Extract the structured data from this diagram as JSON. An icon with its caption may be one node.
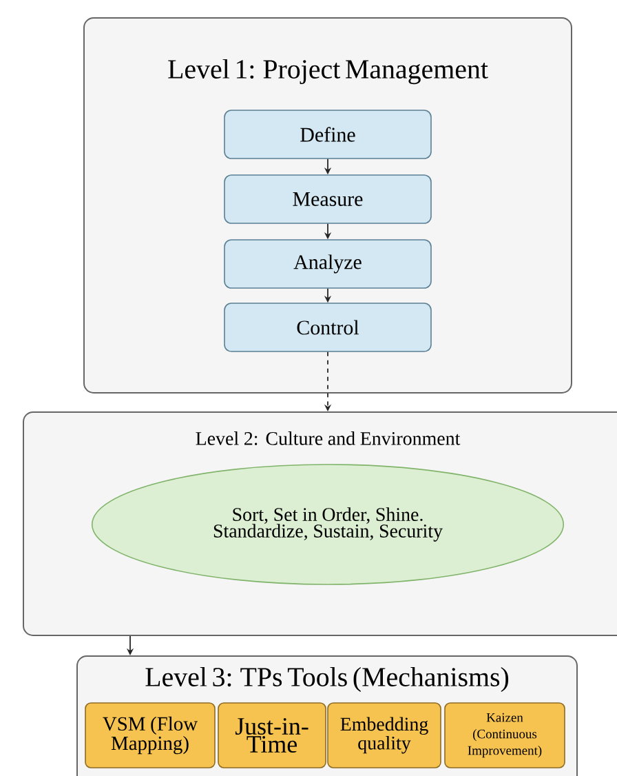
{
  "diagram": {
    "nodes": [
      {
        "text": [
          "Level 1: Project Management"
        ]
      },
      {
        "text": [
          "Define"
        ],
        "in": 0
      },
      {
        "text": [
          "Measure"
        ],
        "in": 0
      },
      {
        "text": [
          "Analyze"
        ],
        "in": 0
      },
      {
        "text": [
          "Control"
        ],
        "in": 0
      },
      {
        "text": [
          "Level 2: Culture and Environment"
        ]
      },
      {
        "text": [
          "Sort, Set in Order, Shine. Standardize, Sustain, Security"
        ],
        "in": 5
      },
      {
        "text": [
          "Level 3: TPs Tools (Mechanisms)"
        ]
      },
      {
        "text": [
          "VSM (Flow Mapping)"
        ],
        "in": 7
      },
      {
        "text": [
          "Just-in-Time"
        ],
        "in": 7
      },
      {
        "text": [
          "Embedding quality"
        ],
        "in": 7
      },
      {
        "text": [
          "Kaizen (Continuous Improvement)"
        ],
        "in": 7
      }
    ],
    "edges": [
      {
        "from": 1,
        "to": 2,
        "arrow": "to"
      },
      {
        "from": 2,
        "to": 3,
        "arrow": "to"
      },
      {
        "from": 3,
        "to": 4,
        "arrow": "to"
      },
      {
        "from": 4,
        "to": 5,
        "arrow": "to",
        "style": "dashed"
      },
      {
        "from": 5,
        "to": 7,
        "arrow": "to"
      }
    ]
  }
}
